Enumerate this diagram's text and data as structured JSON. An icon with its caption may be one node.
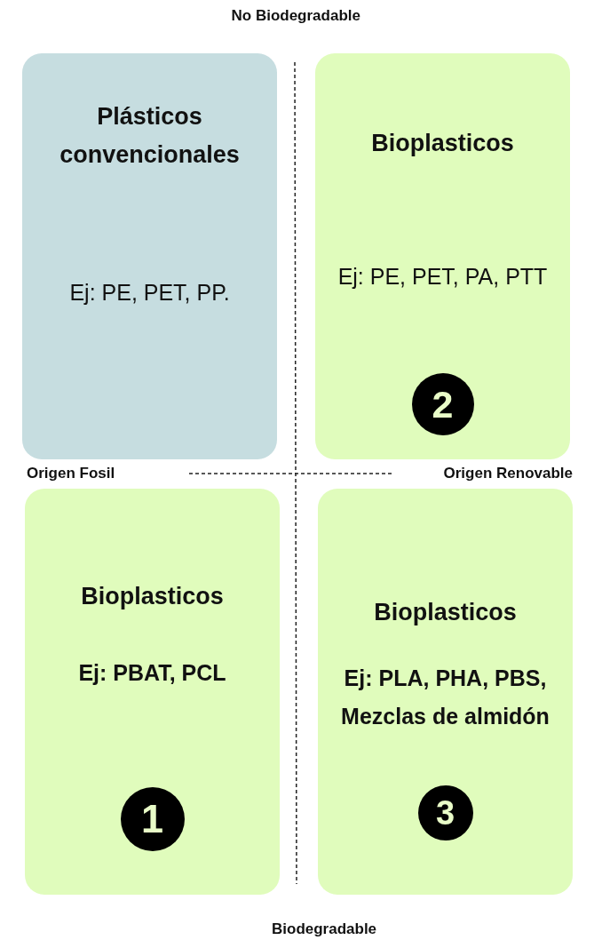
{
  "diagram": {
    "nodes": [
      {
        "text": [
          "Plásticos convencionales",
          "Ej: PE, PET, PP."
        ]
      },
      {
        "text": [
          "Bioplasticos",
          "Ej: PE, PET, PA, PTT",
          "2"
        ]
      },
      {
        "text": [
          "Bioplasticos",
          "Ej: PBAT, PCL",
          "1"
        ]
      },
      {
        "text": [
          "Bioplasticos",
          "Ej: PLA, PHA, PBS, Mezclas de almidón",
          "3"
        ]
      }
    ],
    "edges": [],
    "labels": [
      "No Biodegradable",
      "Origen Fosil",
      "Origen Renovable",
      "Biodegradable"
    ]
  }
}
